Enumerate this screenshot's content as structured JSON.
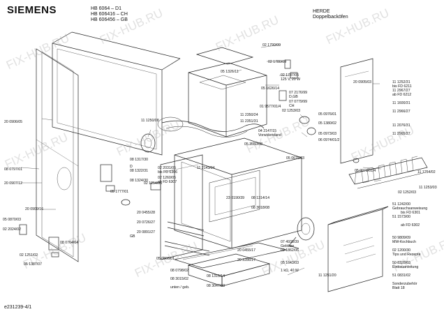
{
  "header": {
    "brand": "SIEMENS",
    "models": [
      "HB 6064 – D1",
      "HB 606416 – CH",
      "HB 606456 – GB"
    ],
    "product_type": "HERDE",
    "product_name": "Doppelbacköfen"
  },
  "watermark": "FIX-HUB.RU",
  "footer_code": "e231239-4/1",
  "part_labels": [
    "02 1790/09",
    "02 1780/09",
    "02 1787/05",
    "125 V, 20 W",
    "05 1326/11",
    "05 1626/14",
    "07 2176/99",
    "D,GB",
    "07 0779/99",
    "CH",
    "01 9577/01/4",
    "02 1253/03",
    "11 2350/24",
    "11 2351/31",
    "05 0976/01",
    "05 1380/02",
    "04 2147/15",
    "Vorwiderstand",
    "05 0973/03",
    "06 0974/01/2",
    "05 3550/08",
    "05 0675/03",
    "11 1250/08",
    "11 2143/04",
    "20 0906/05",
    "20 0905/03",
    "08 0797/01",
    "20 0907/12",
    "20 0909/16",
    "08 1317/30",
    "08 1322/31",
    "08 1324/30",
    "02 2031/05",
    "bis FD 6306",
    "02 1260/05",
    "ab FD 6307",
    "05 1777/01",
    "02 1254/05",
    "23 0190/39",
    "20 0455/28",
    "20 0726/27",
    "20 0891/27",
    "05 0870/03",
    "02 2024/02",
    "08 0764/04",
    "02 1251/02",
    "05 1387/07",
    "05 0866/01",
    "08 0798/02",
    "08 3015/02",
    "unten / geb.",
    "20 0455/17",
    "20 2286/17",
    "08 1315/14",
    "08 3047/03",
    "08 1314/14",
    "08 3018/08",
    "07 4938/39",
    "Gebläse",
    "02 1862/06",
    "05 1643/03",
    "1 kΩ, 40 W",
    "11 1251/20",
    "05 0971/01/4",
    "11 1252/31",
    "bis FD 6211",
    "11 2967/27",
    "ab FD 6212",
    "11 1600/31",
    "11 2966/27",
    "11 2076/31",
    "11 2965/27",
    "11 1254/02",
    "11 1253/03",
    "02 1252/03",
    "51 1242/00",
    "Gebrauchsanweisung",
    "bis FD 6301",
    "51 1573/00",
    "ab FD 6302",
    "50 9809/09",
    "MW-Kochbuch",
    "02 1200/30",
    "Tips und Rezepte",
    "50 8328/03",
    "Einbauanleitung",
    "51 0831/02",
    "Sonderzubehör",
    "Blatt 18",
    "D",
    "GB"
  ]
}
